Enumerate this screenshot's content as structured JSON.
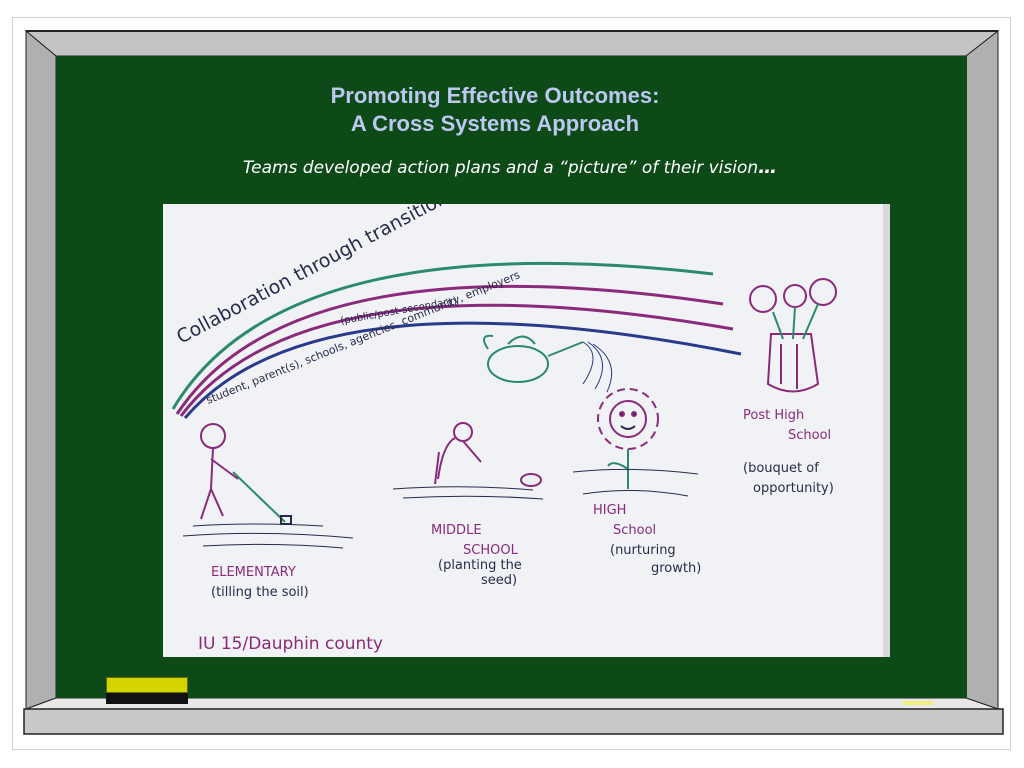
{
  "slide": {
    "title_line1": "Promoting Effective Outcomes:",
    "title_line2": "A Cross Systems Approach",
    "subtitle": "Teams developed action plans and a “picture” of their vision",
    "subtitle_ellipsis": "…"
  },
  "drawing": {
    "arc_title": "Collaboration through transition",
    "arc_line1": "student, parent(s), schools, agencies, community, employers",
    "arc_line2": "(public/post-secondary)",
    "stage1_name": "ELEMENTARY",
    "stage1_desc": "(tilling the soil)",
    "stage2_name_a": "MIDDLE",
    "stage2_name_b": "SCHOOL",
    "stage2_desc_a": "(planting the",
    "stage2_desc_b": "seed)",
    "stage3_name_a": "HIGH",
    "stage3_name_b": "School",
    "stage3_desc_a": "(nurturing",
    "stage3_desc_b": "growth)",
    "stage4_name_a": "Post High",
    "stage4_name_b": "School",
    "stage4_desc_a": "(bouquet of",
    "stage4_desc_b": "opportunity)",
    "footer": "IU 15/Dauphin county"
  },
  "colors": {
    "board": "#0e4a17",
    "title": "#bcc8f2",
    "marker_purple": "#8a2a7a",
    "marker_green": "#2a8a6a",
    "marker_blue": "#2a3a8a"
  },
  "icons": [
    "watering-can-icon",
    "flower-icon",
    "vase-icon",
    "person-icon",
    "hoe-icon"
  ]
}
